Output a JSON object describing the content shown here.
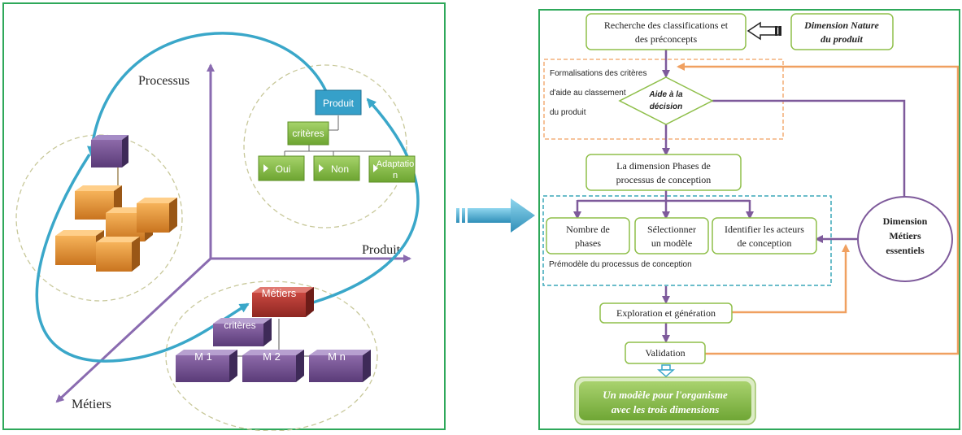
{
  "left_panel": {
    "axes": {
      "process": "Processus",
      "product": "Produit",
      "jobs": "Métiers"
    },
    "product_cluster": {
      "root": "Produit",
      "criteria": "critères",
      "leaves": [
        "Oui",
        "Non",
        "Adaptatio",
        "n"
      ]
    },
    "jobs_cluster": {
      "root": "Métiers",
      "criteria": "critères",
      "leaves": [
        "M 1",
        "M 2",
        "M n"
      ]
    }
  },
  "right_panel": {
    "top_box": [
      "Recherche des classifications et",
      "des préconcepts"
    ],
    "nature_box": [
      "Dimension Nature",
      "du produit"
    ],
    "formalisation_text": [
      "Formalisations des critères",
      "d'aide au classement",
      "du produit"
    ],
    "decision_diamond": [
      "Aide à la",
      "décision"
    ],
    "phases_box": [
      "La dimension Phases de",
      "processus de conception"
    ],
    "sub_boxes": [
      [
        "Nombre de",
        "phases"
      ],
      [
        "Sélectionner",
        "un modèle"
      ],
      [
        "Identifier les acteurs",
        "de conception"
      ]
    ],
    "premodel_label": "Prémodèle du processus de conception",
    "metiers_circle": [
      "Dimension",
      "Métiers",
      "essentiels"
    ],
    "exploration_box": "Exploration et génération",
    "validation_box": "Validation",
    "final_box": [
      "Un modèle pour l'organisme",
      "avec les trois dimensions"
    ]
  },
  "colors": {
    "panel_border": "#2ea85a",
    "axis_purple": "#8a6bb0",
    "cycle_blue": "#3aa7c9",
    "box_green": "#8fbf4a",
    "flow_purple": "#7e5a9b",
    "feedback_orange": "#f0a060",
    "premodel_teal": "#3aa7b9"
  }
}
